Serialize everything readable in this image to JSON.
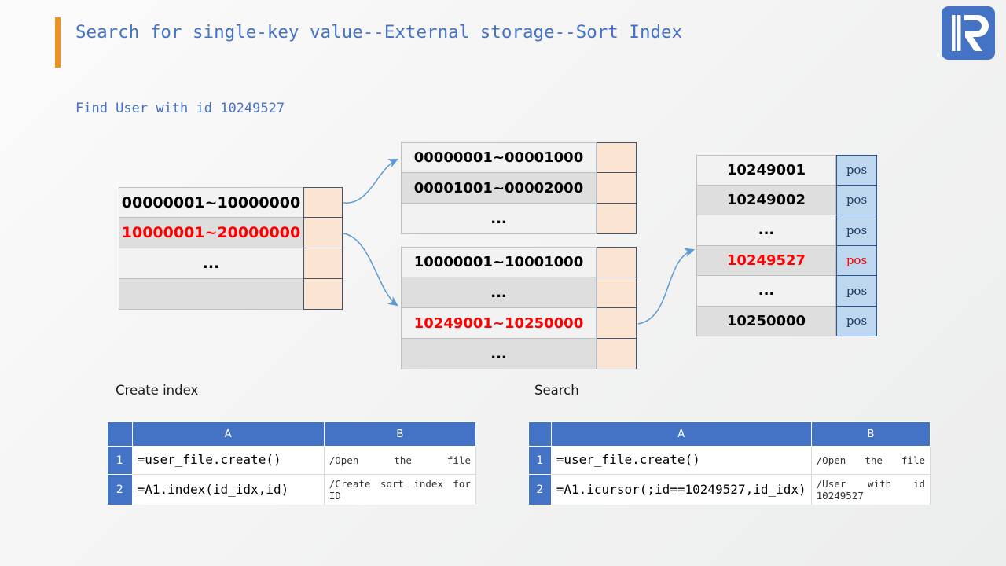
{
  "header": {
    "title": "Search for single-key value--External storage--Sort Index",
    "accent_color": "#ed9121",
    "title_color": "#4472c4",
    "logo_name": "raqsoft-logo"
  },
  "subtitle": "Find User with id 10249527",
  "diagram": {
    "level1": {
      "name": "root-index-block",
      "pos_label": "",
      "rows": [
        {
          "key": "00000001~10000000",
          "highlight": false
        },
        {
          "key": "10000001~20000000",
          "highlight": true
        },
        {
          "key": "...",
          "highlight": false
        },
        {
          "key": "",
          "highlight": false
        }
      ]
    },
    "level2a": {
      "name": "second-level-index-block-a",
      "rows": [
        {
          "key": "00000001~00001000",
          "highlight": false
        },
        {
          "key": "00001001~00002000",
          "highlight": false
        },
        {
          "key": "...",
          "highlight": false
        }
      ]
    },
    "level2b": {
      "name": "second-level-index-block-b",
      "rows": [
        {
          "key": "10000001~10001000",
          "highlight": false
        },
        {
          "key": "...",
          "highlight": false
        },
        {
          "key": "10249001~10250000",
          "highlight": true
        },
        {
          "key": "...",
          "highlight": false
        }
      ]
    },
    "level3": {
      "name": "leaf-index-block",
      "pos_text": "pos",
      "rows": [
        {
          "key": "10249001",
          "pos": "pos",
          "highlight": false
        },
        {
          "key": "10249002",
          "pos": "pos",
          "highlight": false
        },
        {
          "key": "...",
          "pos": "pos",
          "highlight": false
        },
        {
          "key": "10249527",
          "pos": "pos",
          "highlight": true
        },
        {
          "key": "...",
          "pos": "pos",
          "highlight": false
        },
        {
          "key": "10250000",
          "pos": "pos",
          "highlight": false
        }
      ]
    },
    "colors": {
      "peach": "#fce4d2",
      "pos_blue": "#bdd7ee",
      "highlight_red": "#ff0000",
      "arrow_blue": "#5b9bd5"
    }
  },
  "sections": {
    "create_index_caption": "Create index",
    "search_caption": "Search"
  },
  "create_index_sheet": {
    "columns": [
      "A",
      "B"
    ],
    "rows": [
      {
        "num": "1",
        "a": "=user_file.create()",
        "b": "/Open the file"
      },
      {
        "num": "2",
        "a": "=A1.index(id_idx,id)",
        "b": "/Create sort index for ID"
      }
    ]
  },
  "search_sheet": {
    "columns": [
      "A",
      "B"
    ],
    "rows": [
      {
        "num": "1",
        "a": "=user_file.create()",
        "b": "/Open the file"
      },
      {
        "num": "2",
        "a": "=A1.icursor(;id==10249527,id_idx)",
        "b": "/User with id 10249527"
      }
    ]
  }
}
